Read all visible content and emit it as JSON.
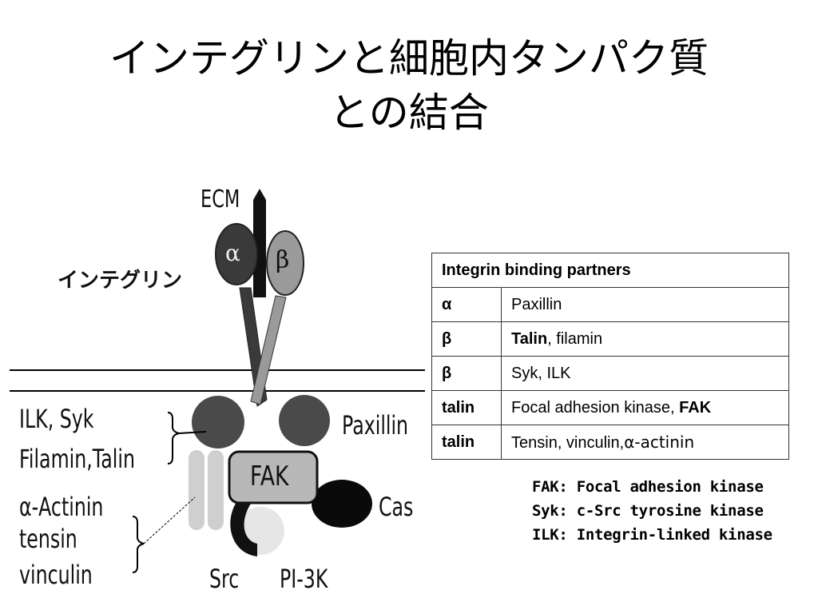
{
  "title": {
    "line1": "インテグリンと細胞内タンパク質",
    "line2": "との結合"
  },
  "diagram": {
    "ecm_label": "ECM",
    "integrin_label": "インテグリン",
    "alpha_symbol": "α",
    "beta_symbol": "β",
    "left_labels": {
      "group1_line1": "ILK, Syk",
      "group1_line2": "Filamin,Talin",
      "group2_line1": "α-Actinin",
      "group2_line2": "tensin",
      "group2_line3": "vinculin"
    },
    "paxillin_label": "Paxillin",
    "fak_label": "FAK",
    "cas_label": "Cas",
    "src_label": "Src",
    "pi3k_label": "PI-3K"
  },
  "table": {
    "header": "Integrin binding partners",
    "rows": [
      {
        "subunit": "α",
        "partners": [
          {
            "text": "Paxillin",
            "bold": false
          }
        ]
      },
      {
        "subunit": "β",
        "partners": [
          {
            "text": "Talin",
            "bold": true
          },
          {
            "text": ", filamin",
            "bold": false
          }
        ]
      },
      {
        "subunit": "β",
        "partners": [
          {
            "text": "Syk, ILK",
            "bold": false
          }
        ]
      },
      {
        "subunit": "talin",
        "partners": [
          {
            "text": "Focal adhesion kinase, ",
            "bold": false
          },
          {
            "text": "FAK",
            "bold": true
          }
        ]
      },
      {
        "subunit": "talin",
        "partners": [
          {
            "text": "Tensin, vinculin,",
            "bold": false
          },
          {
            "text": "α-actinin",
            "bold": false
          }
        ]
      }
    ]
  },
  "abbreviations": [
    "FAK: Focal adhesion kinase",
    "Syk: c-Src tyrosine kinase",
    "ILK: Integrin-linked kinase"
  ],
  "colors": {
    "alpha": "#3a3a3a",
    "beta": "#9a9a9a",
    "ecm": "#111111",
    "fak": "#b8b8b8",
    "cas": "#0a0a0a",
    "pi3k": "#e6e6e6",
    "actinin": "#cfcfcf"
  }
}
